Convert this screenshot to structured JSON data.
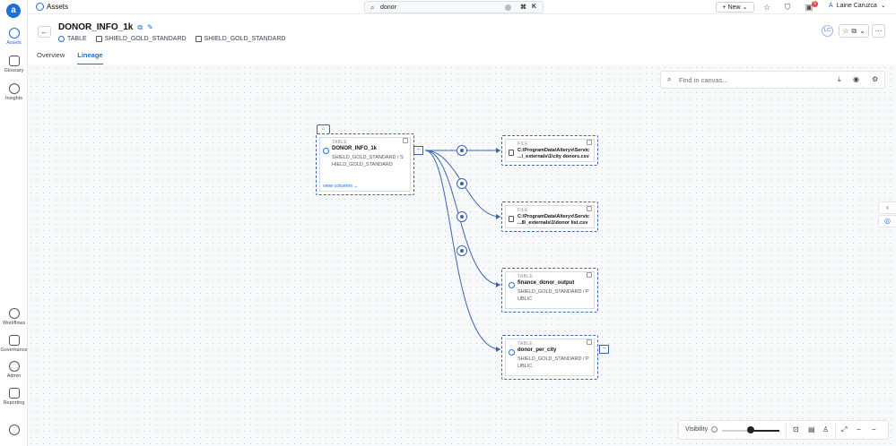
{
  "app": {
    "section_title": "Assets"
  },
  "rail": {
    "items": [
      {
        "label": "Assets",
        "active": true
      },
      {
        "label": "Glossary"
      },
      {
        "label": "Insights"
      },
      {
        "label": "Workflows"
      },
      {
        "label": "Governance"
      },
      {
        "label": "Admin"
      },
      {
        "label": "Reporting"
      }
    ]
  },
  "search": {
    "value": "donor",
    "kbd1": "⌘",
    "kbd2": "K"
  },
  "topbar": {
    "new_label": "New",
    "notification_count": "5",
    "user_initial": "A",
    "user_name": "Laine Caruzca"
  },
  "asset": {
    "title": "DONOR_INFO_1k",
    "type": "TABLE",
    "database": "SHIELD_GOLD_STANDARD",
    "schema": "SHIELD_GOLD_STANDARD",
    "owner_initials": "LC"
  },
  "tabs": [
    {
      "label": "Overview"
    },
    {
      "label": "Lineage",
      "active": true
    }
  ],
  "canvas": {
    "find_placeholder": "Find in canvas..."
  },
  "nodes": {
    "source": {
      "type": "TABLE",
      "name": "DONOR_INFO_1k",
      "path1": "SHIELD_GOLD_STANDARD / S",
      "path2": "HIELD_GOLD_STANDARD",
      "view_columns": "view columns ⌄"
    },
    "t1": {
      "type": "FILE",
      "name1": "C:\\ProgramData\\Alteryx\\Servic",
      "name2": "...\\_externals\\1\\city donors.csv"
    },
    "t2": {
      "type": "FILE",
      "name1": "C:\\ProgramData\\Alteryx\\Servic",
      "name2": "...8\\_externals\\1\\donor list.csv"
    },
    "t3": {
      "type": "TABLE",
      "name": "finance_donor_output",
      "path1": "SHIELD_GOLD_STANDARD / P",
      "path2": "UBLIC"
    },
    "t4": {
      "type": "TABLE",
      "name": "donor_per_city",
      "path1": "SHIELD_GOLD_STANDARD / P",
      "path2": "UBLIC"
    }
  },
  "controls": {
    "visibility_label": "Visibility",
    "visibility_level": 0.5
  }
}
